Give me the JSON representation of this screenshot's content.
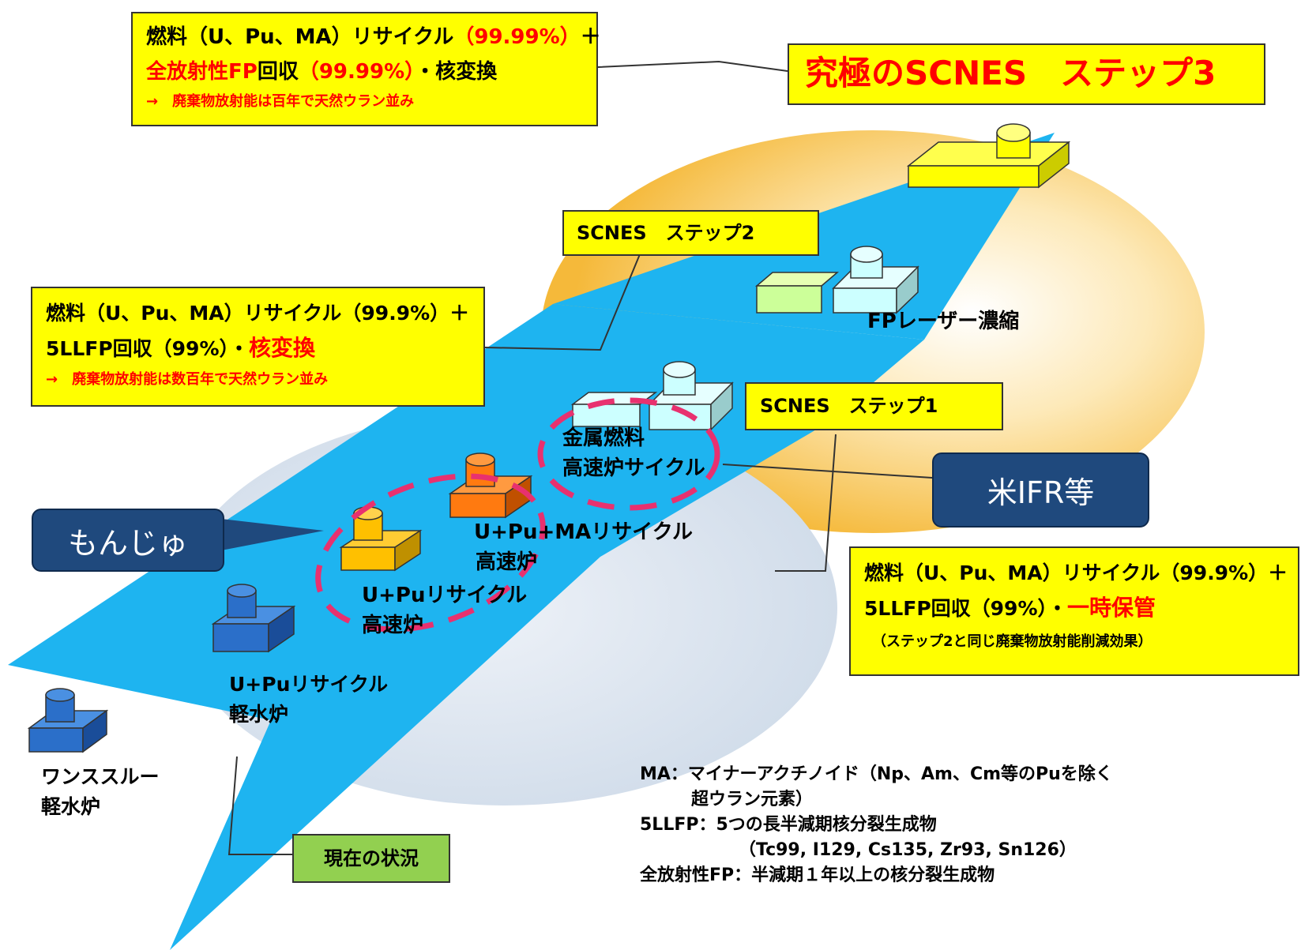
{
  "step3_box": {
    "l1_a": "燃料（U、Pu、MA）リサイクル",
    "l1_b": "（99.99%）",
    "l1_c": "＋",
    "l2_a": "全放射性FP",
    "l2_b": "回収",
    "l2_c": "（99.99%）",
    "l2_d": "・核変換",
    "l3": "→　廃棄物放射能は百年で天然ウラン並み"
  },
  "step3_title": "究極のSCNES　ステップ3",
  "step2_title": "SCNES　ステップ2",
  "step2_box": {
    "l1": "燃料（U、Pu、MA）リサイクル（99.9%）＋",
    "l2_a": "5LLFP回収（99%）・",
    "l2_b": "核変換",
    "l3": "→　廃棄物放射能は数百年で天然ウラン並み"
  },
  "fp_laser": "FPレーザー濃縮",
  "step1_title": "SCNES　ステップ1",
  "metal_fuel": {
    "l1": "金属燃料",
    "l2": "高速炉サイクル"
  },
  "ifr": "米IFR等",
  "monju": "もんじゅ",
  "reactors": {
    "umpa": {
      "l1": "U+Pu+MAリサイクル",
      "l2": "高速炉"
    },
    "upfr": {
      "l1": "U+Puリサイクル",
      "l2": "高速炉"
    },
    "uplwr": {
      "l1": "U+Puリサイクル",
      "l2": "軽水炉"
    },
    "once": {
      "l1": "ワンススルー",
      "l2": "軽水炉"
    }
  },
  "step1_box": {
    "l1": "燃料（U、Pu、MA）リサイクル（99.9%）＋",
    "l2_a": "5LLFP回収（99%）・",
    "l2_b": "一時保管",
    "l3": "（ステップ2と同じ廃棄物放射能削減効果）"
  },
  "current": "現在の状況",
  "legend": {
    "l1": "MA：マイナーアクチノイド（Np、Am、Cm等のPuを除く",
    "l2": "超ウラン元素）",
    "l3": "5LLFP：5つの長半減期核分裂生成物",
    "l4": "（Tc99, I129, Cs135, Zr93, Sn126）",
    "l5": "全放射性FP：半減期１年以上の核分裂生成物"
  },
  "colors": {
    "yellow_box": "#ffff00",
    "arrow": "#1eb4f0",
    "ellipse": "#d9e4f0",
    "glow": "#f7c24a",
    "callout": "#1f497d",
    "dashed": "#e8316f",
    "green_box": "#92d050",
    "red_text": "#ff0000"
  },
  "icons": [
    "facility-icon",
    "reactor-icon"
  ]
}
